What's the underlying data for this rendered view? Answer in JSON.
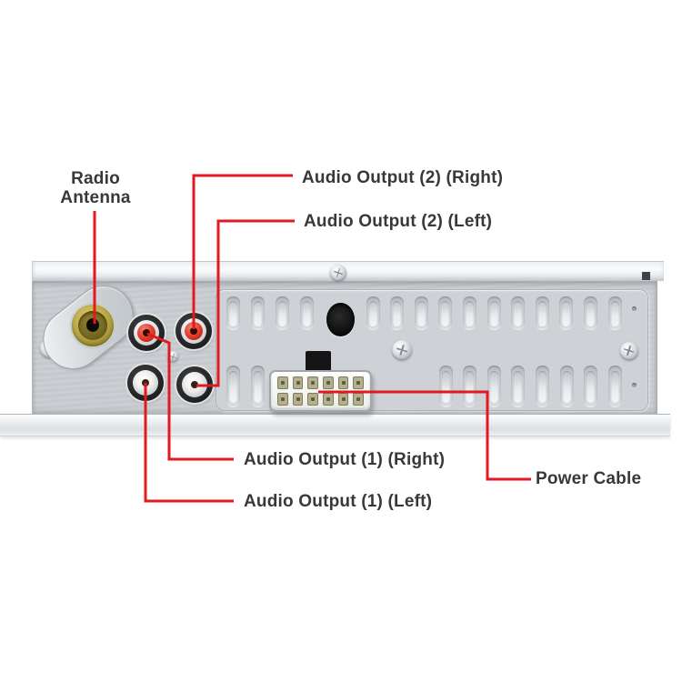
{
  "labels": {
    "radio_antenna": {
      "line1": "Radio",
      "line2": "Antenna"
    },
    "audio_output_2_right": "Audio Output (2) (Right)",
    "audio_output_2_left": "Audio Output (2) (Left)",
    "audio_output_1_right": "Audio Output (1) (Right)",
    "audio_output_1_left": "Audio Output (1) (Left)",
    "power_cable": "Power Cable"
  },
  "colors": {
    "background": "#ffffff",
    "leader_line": "#e2191f",
    "label_text": "#383838",
    "chassis_silver": "#cbcfd3",
    "antenna_gold": "#b5a23f",
    "rca_red": "#e23b28",
    "rca_white": "#efece6",
    "power_pin_khaki": "#b3af8f"
  }
}
